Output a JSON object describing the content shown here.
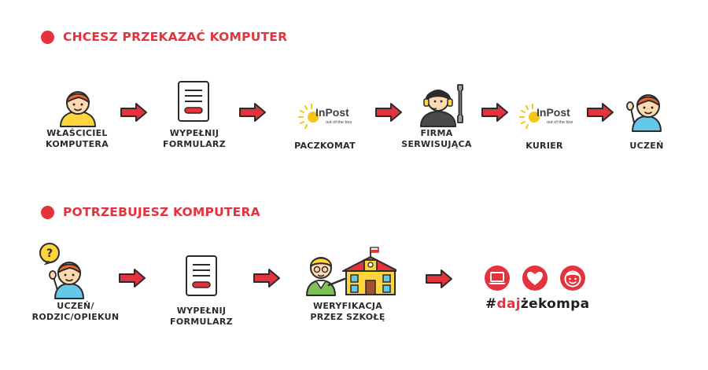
{
  "colors": {
    "accent": "#e5333d",
    "ink": "#2b2b2b",
    "skin": "#ffd9b0",
    "hair": "#f2662c",
    "yellow": "#ffd43c"
  },
  "section1": {
    "title": "CHCESZ PRZEKAZAĆ KOMPUTER",
    "steps": [
      {
        "icon": "owner-person-icon",
        "label": "WŁAŚCICIEL\nKOMPUTERA"
      },
      {
        "icon": "form-icon",
        "label": "WYPEŁNIJ\nFORMULARZ"
      },
      {
        "icon": "inpost-logo-icon",
        "label": "PACZKOMAT"
      },
      {
        "icon": "service-technician-icon",
        "label": "FIRMA\nSERWISUJĄCA"
      },
      {
        "icon": "inpost-logo-icon",
        "label": "KURIER"
      },
      {
        "icon": "student-icon",
        "label": "UCZEŃ"
      }
    ]
  },
  "section2": {
    "title": "POTRZEBUJESZ KOMPUTERA",
    "steps": [
      {
        "icon": "question-person-icon",
        "label": "UCZEŃ/\nRODZIC/OPIEKUN"
      },
      {
        "icon": "form-icon",
        "label": "WYPEŁNIJ\nFORMULARZ"
      },
      {
        "icon": "school-verification-icon",
        "label": "WERYFIKACJA\nPRZEZ SZKOŁĘ"
      }
    ]
  },
  "inpost": {
    "brand": "InPost",
    "tagline": "out of the box"
  },
  "final": {
    "icons": [
      "laptop-icon",
      "heart-icon",
      "smiley-icon"
    ],
    "hashtag_hash": "#",
    "hashtag_part1": "daj",
    "hashtag_part2": "że",
    "hashtag_part3": "kompa"
  }
}
